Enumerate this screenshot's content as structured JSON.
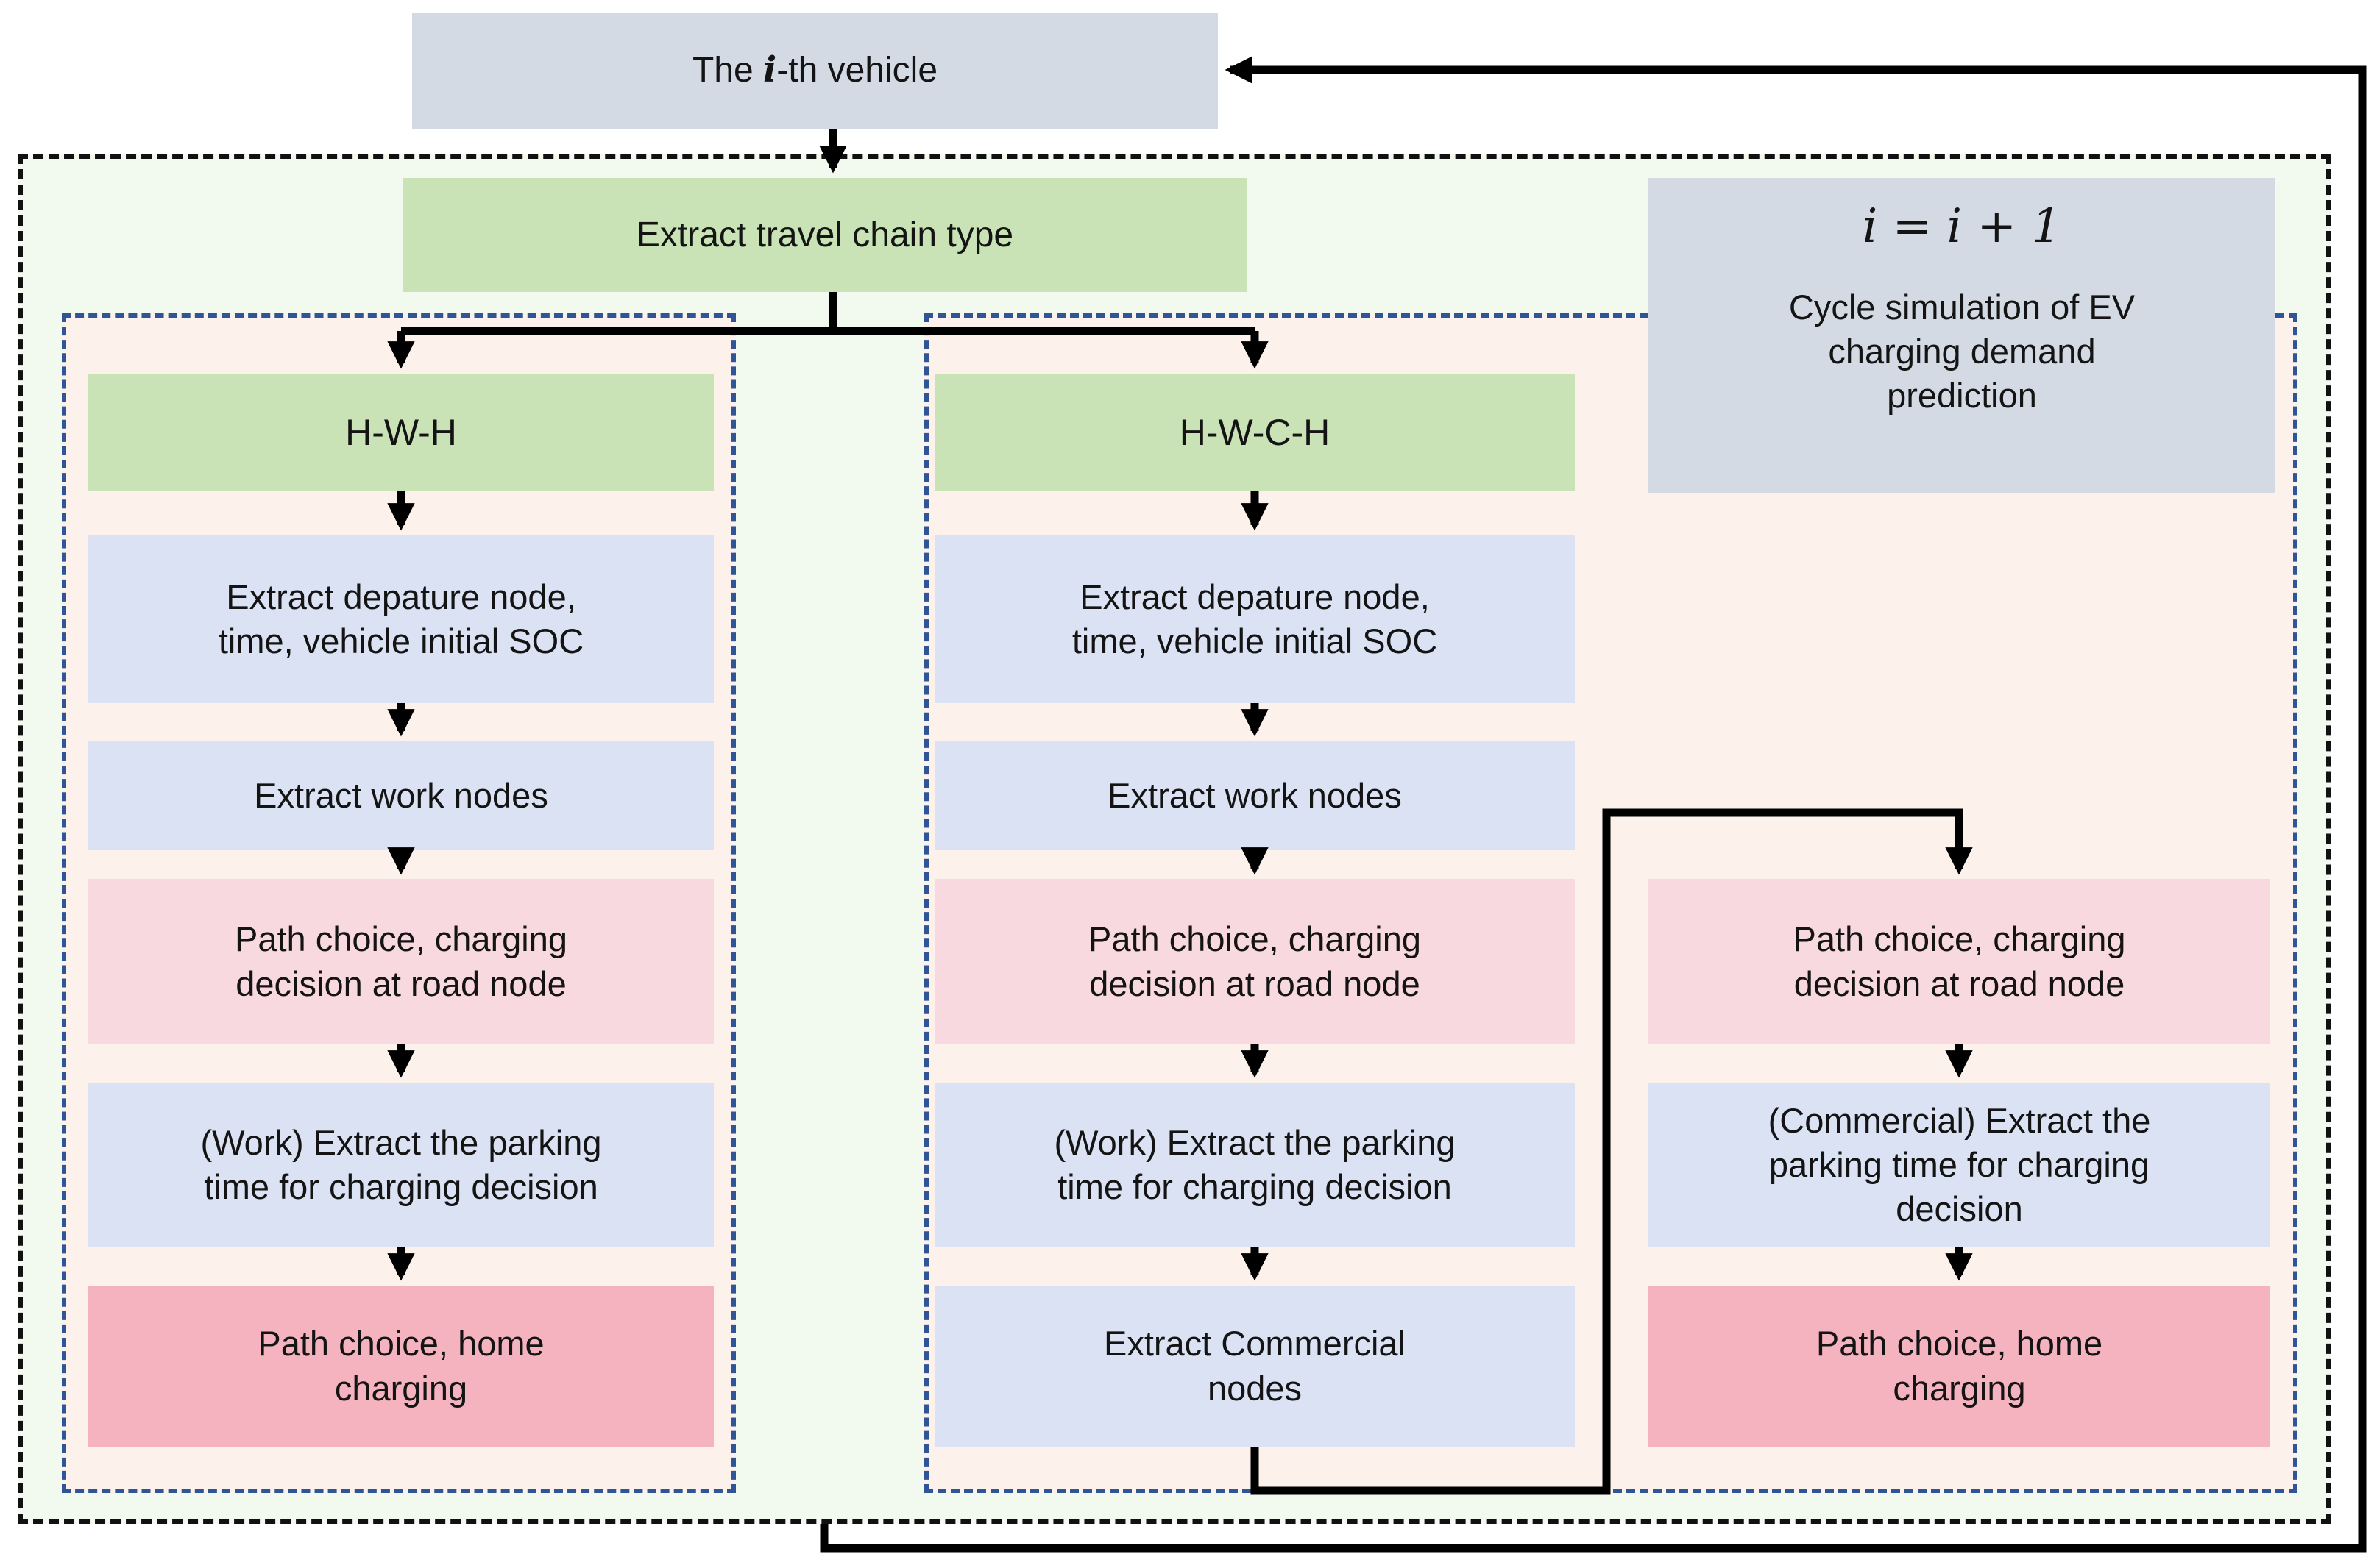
{
  "figure": {
    "vehicle_box": {
      "prefix": "The ",
      "index_var": "i",
      "suffix": "-th vehicle"
    },
    "travel_chain_box": "Extract travel chain type",
    "cycle_box": {
      "formula": "i = i + 1",
      "label_lines": [
        "Cycle simulation of EV",
        "charging demand",
        "prediction"
      ]
    },
    "hwh_branch": {
      "header": "H-W-H",
      "steps": [
        {
          "lines": [
            "Extract depature node,",
            "time, vehicle initial SOC"
          ]
        },
        {
          "lines": [
            "Extract work nodes"
          ]
        },
        {
          "lines": [
            "Path choice, charging",
            "decision at road node"
          ]
        },
        {
          "lines": [
            "(Work) Extract the parking",
            "time for charging decision"
          ]
        },
        {
          "lines": [
            "Path choice, home",
            "charging"
          ]
        }
      ]
    },
    "hwch_branch": {
      "header": "H-W-C-H",
      "steps": [
        {
          "lines": [
            "Extract depature node,",
            "time, vehicle initial SOC"
          ]
        },
        {
          "lines": [
            "Extract work nodes"
          ]
        },
        {
          "lines": [
            "Path choice, charging",
            "decision at road node"
          ]
        },
        {
          "lines": [
            "(Work) Extract the parking",
            "time for charging decision"
          ]
        },
        {
          "lines": [
            "Extract Commercial",
            "nodes"
          ]
        }
      ]
    },
    "commercial_branch": {
      "steps": [
        {
          "lines": [
            "Path choice, charging",
            "decision at road node"
          ]
        },
        {
          "lines": [
            "(Commercial) Extract the",
            "parking time for charging",
            "decision"
          ]
        },
        {
          "lines": [
            "Path choice, home",
            "charging"
          ]
        }
      ]
    }
  },
  "colors": {
    "box-green": "#c9e3b6",
    "box-blue": "#dae2f3",
    "box-pink": "#f8d9e0",
    "box-rose": "#f4b3bf",
    "box-gray": "#d3dae4",
    "bg-outer": "#f2faef",
    "bg-inner": "#fdf1ec",
    "border-black": "#111111",
    "border-blue": "#2f5597",
    "line": "#000000",
    "text": "#141414"
  }
}
